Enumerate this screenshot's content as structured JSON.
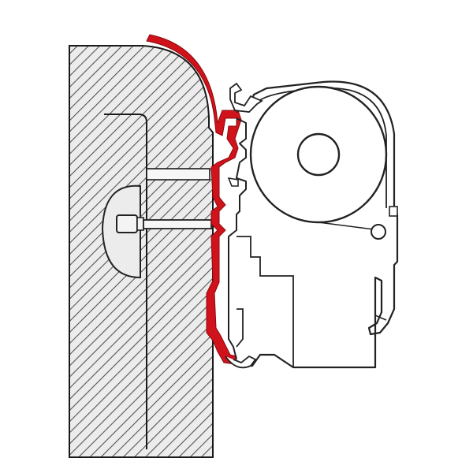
{
  "diagram": {
    "type": "technical-cross-section",
    "parts": [
      {
        "id": "vehicle-wall",
        "fill": "pattern:hatch",
        "stroke": "#1a1a1a"
      },
      {
        "id": "adapter-rail",
        "color": "#d0121b"
      },
      {
        "id": "awning-case",
        "fill": "#ffffff",
        "stroke": "#222222"
      },
      {
        "id": "fabric-roller",
        "fill": "#ffffff",
        "stroke": "#222222"
      },
      {
        "id": "mounting-bolt",
        "fill": "#f2f2f2",
        "stroke": "#222222"
      },
      {
        "id": "bolt-washer",
        "fill": "#e6e6e6",
        "stroke": "#222222"
      }
    ],
    "colors": {
      "accent": "#d0121b",
      "line": "#222222",
      "wall_fill": "#e9e9e9",
      "hatch": "#5a5a5a"
    }
  }
}
